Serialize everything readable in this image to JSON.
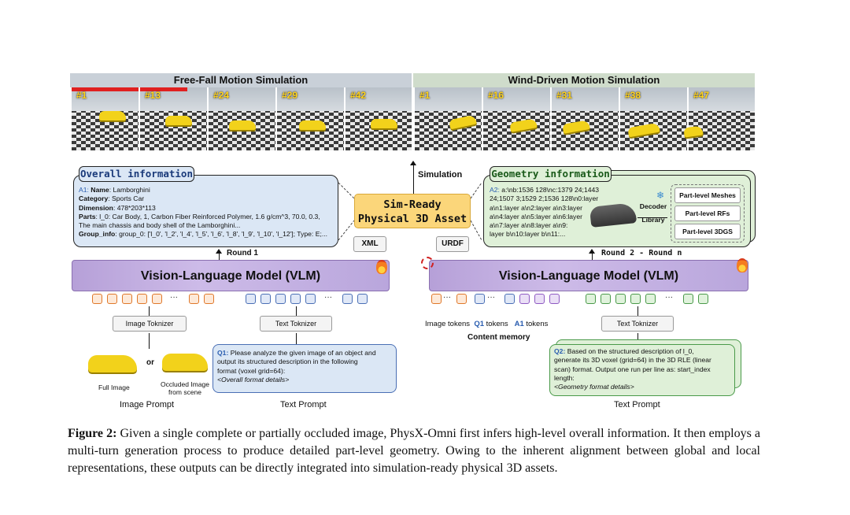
{
  "free_fall": {
    "title": "Free-Fall Motion Simulation",
    "frames": [
      "#1",
      "#13",
      "#24",
      "#29",
      "#42"
    ]
  },
  "wind": {
    "title": "Wind-Driven Motion Simulation",
    "frames": [
      "#1",
      "#16",
      "#31",
      "#38",
      "#47"
    ]
  },
  "simulation_label": "Simulation",
  "overall": {
    "title": "Overall information",
    "a1_prefix": "A1:",
    "name_key": "Name",
    "name_val": ": Lamborghini",
    "category_key": "Category",
    "category_val": ": Sports Car",
    "dimension_key": "Dimension",
    "dimension_val": ": 478*203*113",
    "parts_key": "Parts",
    "parts_val": ": l_0: Car Body, 1, Carbon Fiber Reinforced Polymer, 1.6 g/cm^3, 70.0, 0.3,",
    "parts_cont": "The main chassis and body shell of the Lamborghini...",
    "group_key": "Group_info",
    "group_val": ": group_0: ['l_0', 'l_2', 'l_4', 'l_5', 'l_6', 'l_8', 'l_9', 'l_10', 'l_12']; Type: E;..."
  },
  "asset": {
    "line1": "Sim-Ready",
    "line2": "Physical 3D Asset"
  },
  "xml": "XML",
  "urdf": "URDF",
  "geometry": {
    "title": "Geometry information",
    "a2_prefix": "A2:",
    "lines": [
      "a:\\nb:1536 128\\nc:1379 24;1443",
      "24;1507 3;1529 2;1536 128\\n0:layer",
      "a\\n1:layer a\\n2:layer a\\n3:layer",
      "a\\n4:layer a\\n5:layer a\\n6:layer",
      "a\\n7:layer a\\n8:layer a\\n9:",
      "layer b\\n10:layer b\\n11:..."
    ],
    "decoder_line1": "Decoder",
    "decoder_line2": "Library",
    "outputs": [
      "Part-level Meshes",
      "Part-level RFs",
      "Part-level 3DGS"
    ]
  },
  "round1": "Round 1",
  "round2": "Round 2 - Round n",
  "vlm_label": "Vision-Language Model (VLM)",
  "image_tokenizer": "Image Toknizer",
  "text_tokenizer": "Text Toknizer",
  "ellipsis": "···",
  "content_memory": {
    "image_tokens": "Image tokens",
    "q1_tokens_prefix": "Q1",
    "q1_tokens_suffix": " tokens",
    "a1_tokens_prefix": "A1",
    "a1_tokens_suffix": " tokens",
    "title": "Content memory"
  },
  "image_prompt": {
    "full": "Full Image",
    "or": "or",
    "occluded_line1": "Occluded Image",
    "occluded_line2": "from scene",
    "title": "Image Prompt"
  },
  "q1": {
    "prefix": "Q1:",
    "text_line1": " Please analyze the given image of an object and",
    "text_line2": "output its structured description in the following",
    "text_line3": "format (voxel grid=64):",
    "details": "<Overall format details>"
  },
  "q2": {
    "prefix": "Q2:",
    "text_line1": " Based on the structured description of l_0,",
    "text_line2": "generate its 3D voxel (grid=64) in the 3D RLE (linear",
    "text_line3": "scan) format. Output one run per line as: start_index",
    "text_line4": "length:",
    "details": "<Geometry format details>"
  },
  "text_prompt": "Text Prompt",
  "caption": {
    "label": "Figure 2:",
    "text": " Given a single complete or partially occluded image, PhysX-Omni first infers high-level overall information. It then employs a multi-turn generation process to produce detailed part-level geometry. Owing to the inherent alignment between global and local representations, these outputs can be directly integrated into simulation-ready physical 3D assets."
  },
  "colors": {
    "overall_fill": "#dbe7f5",
    "geometry_fill": "#dff0d8",
    "asset_fill": "#fbd67a",
    "frame_number": "#ffd21a"
  }
}
